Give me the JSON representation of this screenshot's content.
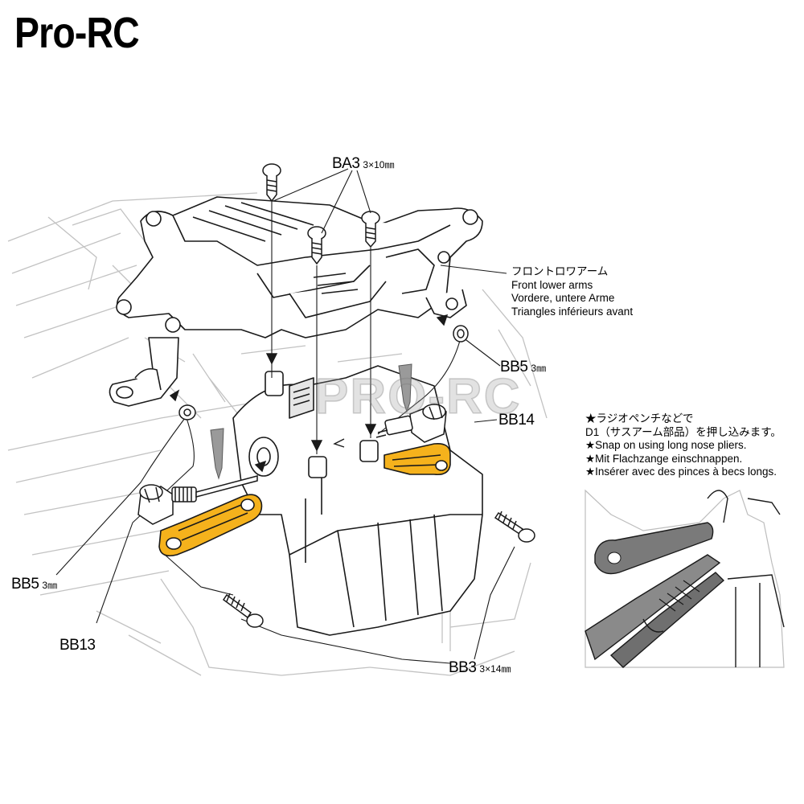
{
  "brand": {
    "logo_text": "Pro-RC"
  },
  "watermark": {
    "text": "PRO-RC"
  },
  "labels": {
    "ba3": {
      "code": "BA3",
      "size": "3×10㎜"
    },
    "front_lower_arms": {
      "jp": "フロントロワアーム",
      "en": "Front lower arms",
      "de": "Vordere, untere Arme",
      "fr": "Triangles inférieurs avant"
    },
    "bb5_right": {
      "code": "BB5",
      "size": "3㎜"
    },
    "bb14": {
      "code": "BB14"
    },
    "bb5_left": {
      "code": "BB5",
      "size": "3㎜"
    },
    "bb13": {
      "code": "BB13"
    },
    "bb3": {
      "code": "BB3",
      "size": "3×14㎜"
    }
  },
  "inset_notes": [
    "★ラジオペンチなどで",
    "D1（サスアーム部品）を押し込みます。",
    "★Snap on using long nose pliers.",
    "★Mit Flachzange einschnappen.",
    "★Insérer avec des pinces à becs longs."
  ],
  "colors": {
    "highlight_parts": "#f5b21c",
    "line_art": "#1a1a1a",
    "background_art": "#bdbdbd",
    "pliers": "#7a7a7a"
  }
}
